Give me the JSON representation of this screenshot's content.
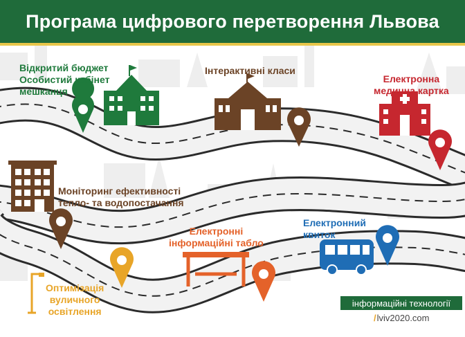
{
  "header": {
    "title": "Програма цифрового перетворення Львова",
    "background": "#1f6b3a",
    "stripe_color": "#e8c64a"
  },
  "items": {
    "budget": {
      "label": "Відкритий бюджет\nОсобистий кабінет\nмешканця",
      "color": "#1f7a3c",
      "icon": "city-hall-icon"
    },
    "classes": {
      "label": "Інтерактивні класи",
      "color": "#6b4326",
      "icon": "school-icon"
    },
    "medical": {
      "label": "Електронна\nмедична картка",
      "color": "#c6272f",
      "icon": "hospital-icon"
    },
    "monitoring": {
      "label": "Моніторинг ефективності\nтепло- та водопостачання",
      "color": "#6b4326",
      "icon": "apartment-building-icon"
    },
    "boards": {
      "label": "Електронні\nінформаційні табло",
      "color": "#e4622a",
      "icon": "bus-stop-icon"
    },
    "ticket": {
      "label": "Електронний\nквиток",
      "color": "#1f6db5",
      "icon": "bus-icon"
    },
    "lighting": {
      "label": "Оптимізація\nвуличного\nосвітлення",
      "color": "#e8a528",
      "icon": "street-lamp-icon"
    }
  },
  "footer": {
    "badge": "інформаційні технології",
    "site": "lviv2020.com"
  }
}
